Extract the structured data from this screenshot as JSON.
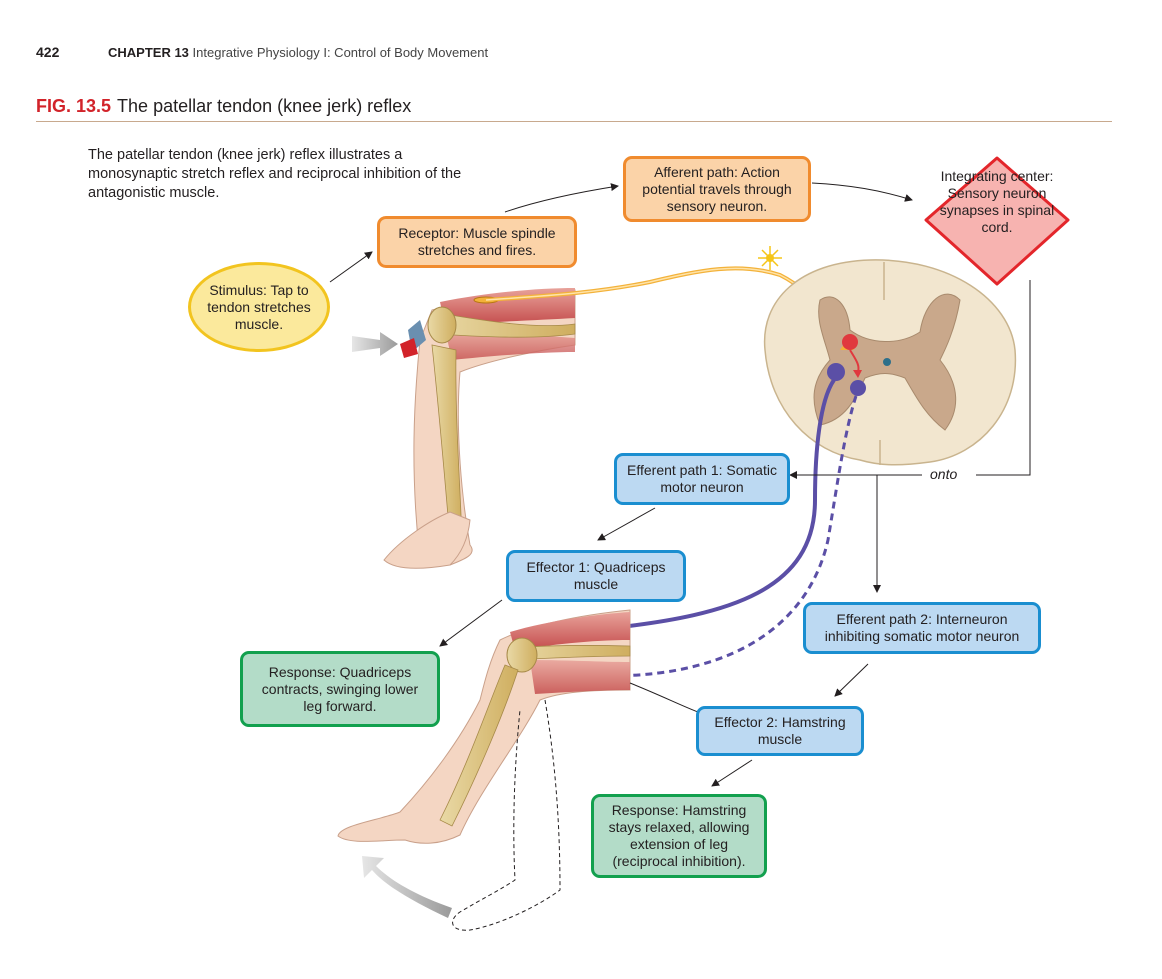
{
  "header": {
    "page_number": "422",
    "chapter_label": "CHAPTER 13",
    "chapter_title": "Integrative Physiology I: Control of Body Movement"
  },
  "figure": {
    "number": "FIG. 13.5",
    "title": "The patellar tendon (knee jerk) reflex",
    "intro": "The patellar tendon (knee jerk) reflex illustrates a monosynaptic stretch reflex and reciprocal inhibition of the antagonistic muscle."
  },
  "labels": {
    "stimulus": "Stimulus: Tap to tendon stretches muscle.",
    "receptor": "Receptor: Muscle spindle stretches and fires.",
    "afferent": "Afferent path: Action potential travels through sensory neuron.",
    "integrating": "Integrating center: Sensory neuron synapses in spinal cord.",
    "onto": "onto",
    "efferent1": "Efferent path 1: Somatic motor neuron",
    "effector1": "Effector 1: Quadriceps muscle",
    "response1": "Response: Quadriceps contracts, swinging lower leg forward.",
    "efferent2": "Efferent path 2: Interneuron inhibiting somatic motor neuron",
    "effector2": "Effector 2: Hamstring muscle",
    "response2": "Response: Hamstring stays relaxed, allowing extension of leg (reciprocal inhibition)."
  },
  "colors": {
    "accent_red": "#d2232a",
    "orange_border": "#f08b2e",
    "blue_border": "#1a8ed0",
    "green_border": "#12a04e",
    "stimulus_border": "#f2c41f",
    "integrating_border": "#e3262b"
  }
}
